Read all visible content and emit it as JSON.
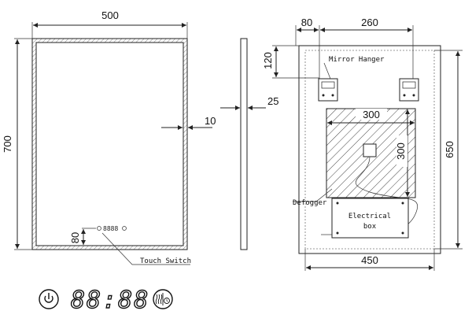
{
  "front_view": {
    "width_label": "500",
    "height_label": "700",
    "frame_label": "10",
    "switch_offset_label": "80",
    "touch_switch_label": "Touch Switch"
  },
  "side_view": {
    "depth_label": "25"
  },
  "back_view": {
    "hanger_offset_label": "80",
    "hanger_spacing_label": "260",
    "hanger_height_label": "120",
    "mirror_hanger_label": "Mirror Hanger",
    "defogger_width_label": "300",
    "defogger_height_label": "300",
    "defogger_label": "Defogger",
    "electrical_box_line1": "Electrical",
    "electrical_box_line2": "box",
    "bottom_width_label": "450",
    "side_height_label": "650"
  },
  "control_panel": {
    "clock_display": "88:88",
    "icons": [
      "power-icon",
      "defog-clock-icon"
    ]
  }
}
